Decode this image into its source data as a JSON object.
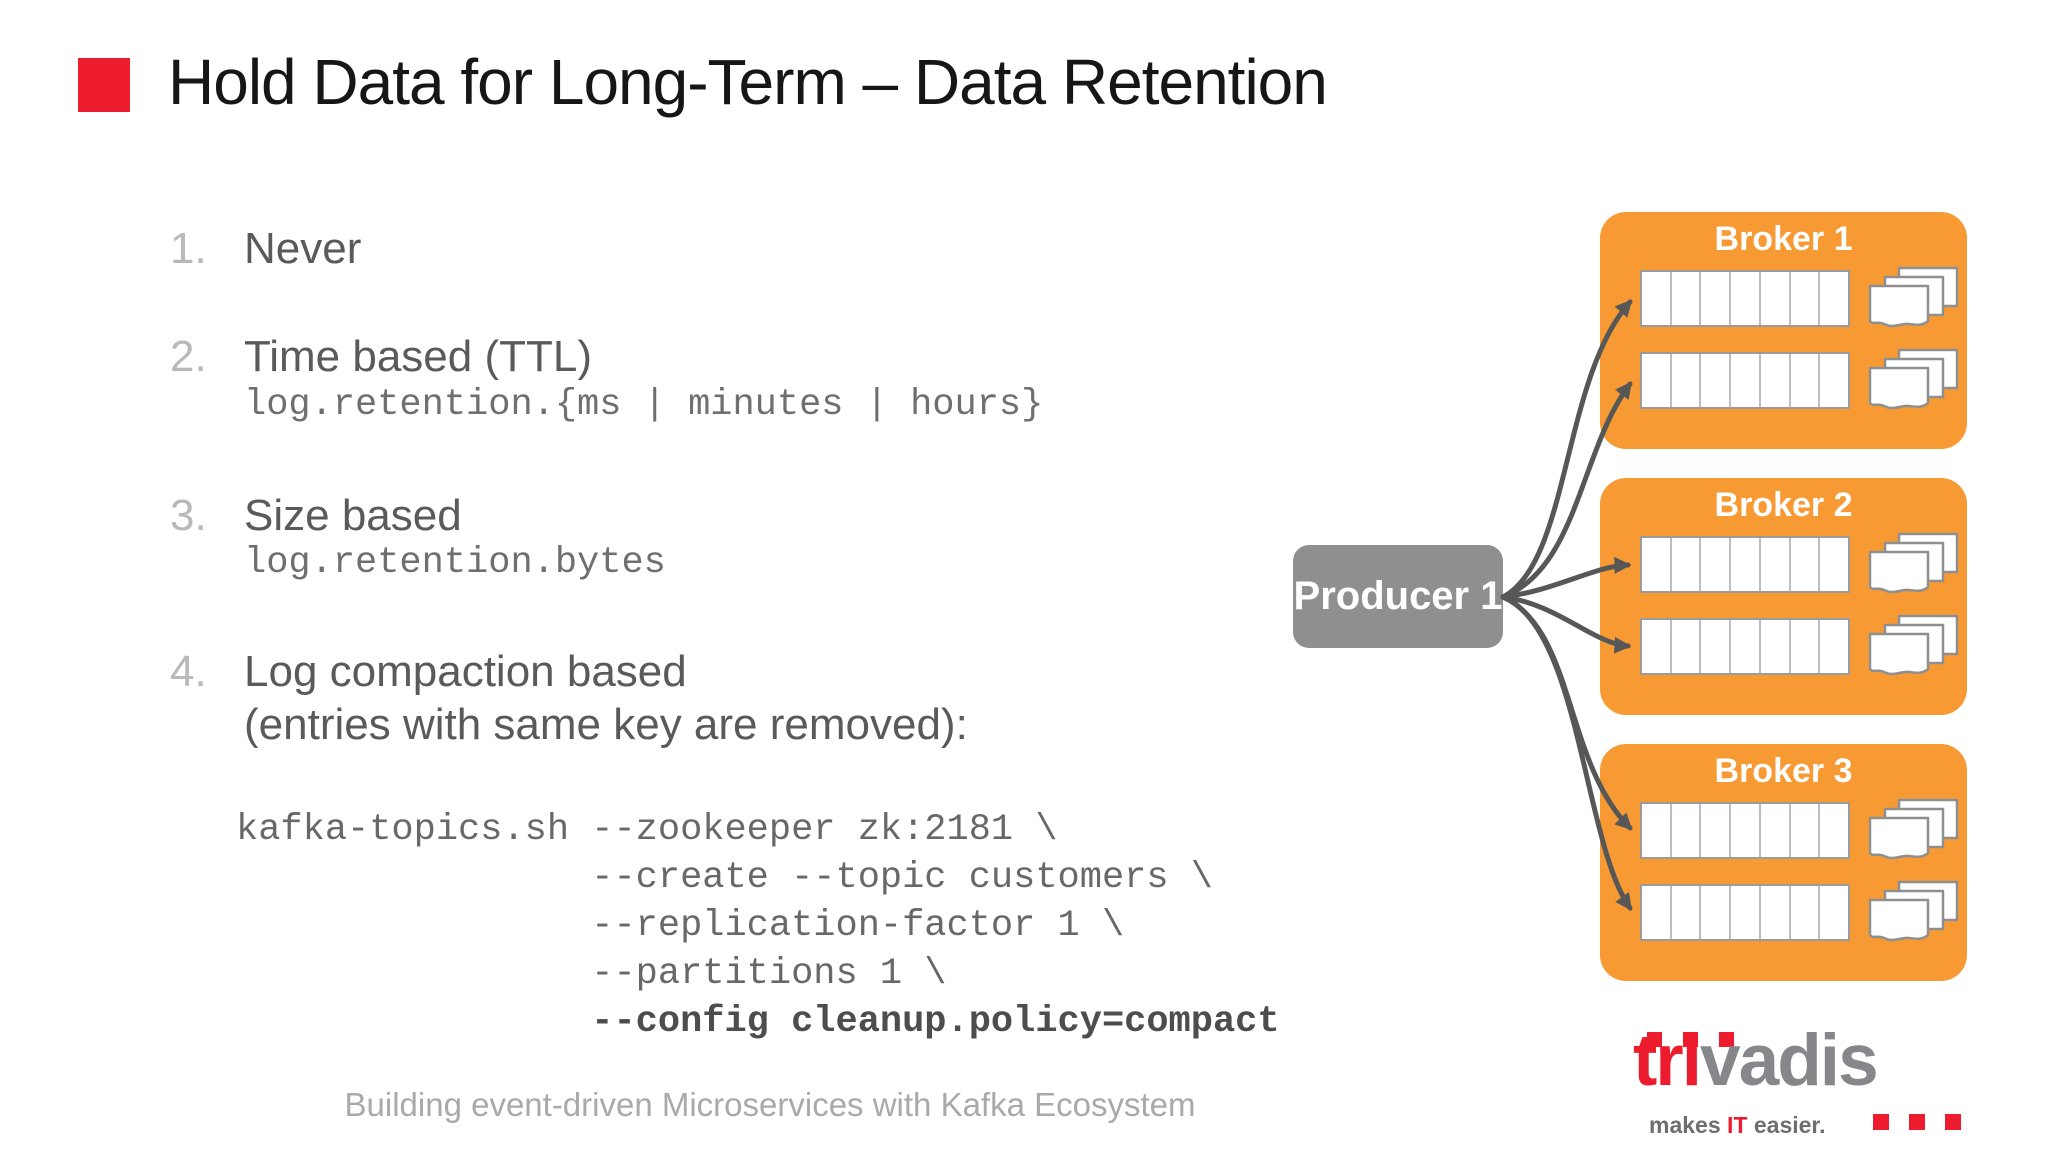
{
  "slide": {
    "title": "Hold Data for Long-Term – Data Retention",
    "footer": "Building event-driven Microservices with Kafka Ecosystem"
  },
  "list": {
    "items": [
      {
        "number": "1.",
        "label": "Never"
      },
      {
        "number": "2.",
        "label": "Time based (TTL)",
        "code": "log.retention.{ms | minutes | hours}"
      },
      {
        "number": "3.",
        "label": "Size based",
        "code": "log.retention.bytes"
      },
      {
        "number": "4.",
        "label": "Log compaction based",
        "sublabel": "(entries with same key are removed):"
      }
    ]
  },
  "code_block": {
    "lines": [
      "kafka-topics.sh --zookeeper zk:2181 \\",
      "                --create --topic customers \\",
      "                --replication-factor 1 \\",
      "                --partitions 1 \\",
      "                --config cleanup.policy=compact"
    ]
  },
  "diagram": {
    "producer": {
      "label": "Producer 1"
    },
    "brokers": [
      {
        "label": "Broker 1"
      },
      {
        "label": "Broker 2"
      },
      {
        "label": "Broker 3"
      }
    ],
    "partitions_per_broker": 2,
    "segments_per_partition": 7
  },
  "logo": {
    "brand_red": "tri",
    "brand_gray": "vadis",
    "tagline_prefix": "makes ",
    "tagline_accent": "IT",
    "tagline_suffix": " easier."
  },
  "colors": {
    "accent_red": "#EC1C2E",
    "broker_orange": "#F79A33",
    "producer_gray": "#8F8F8F",
    "arrow_gray": "#575757"
  }
}
